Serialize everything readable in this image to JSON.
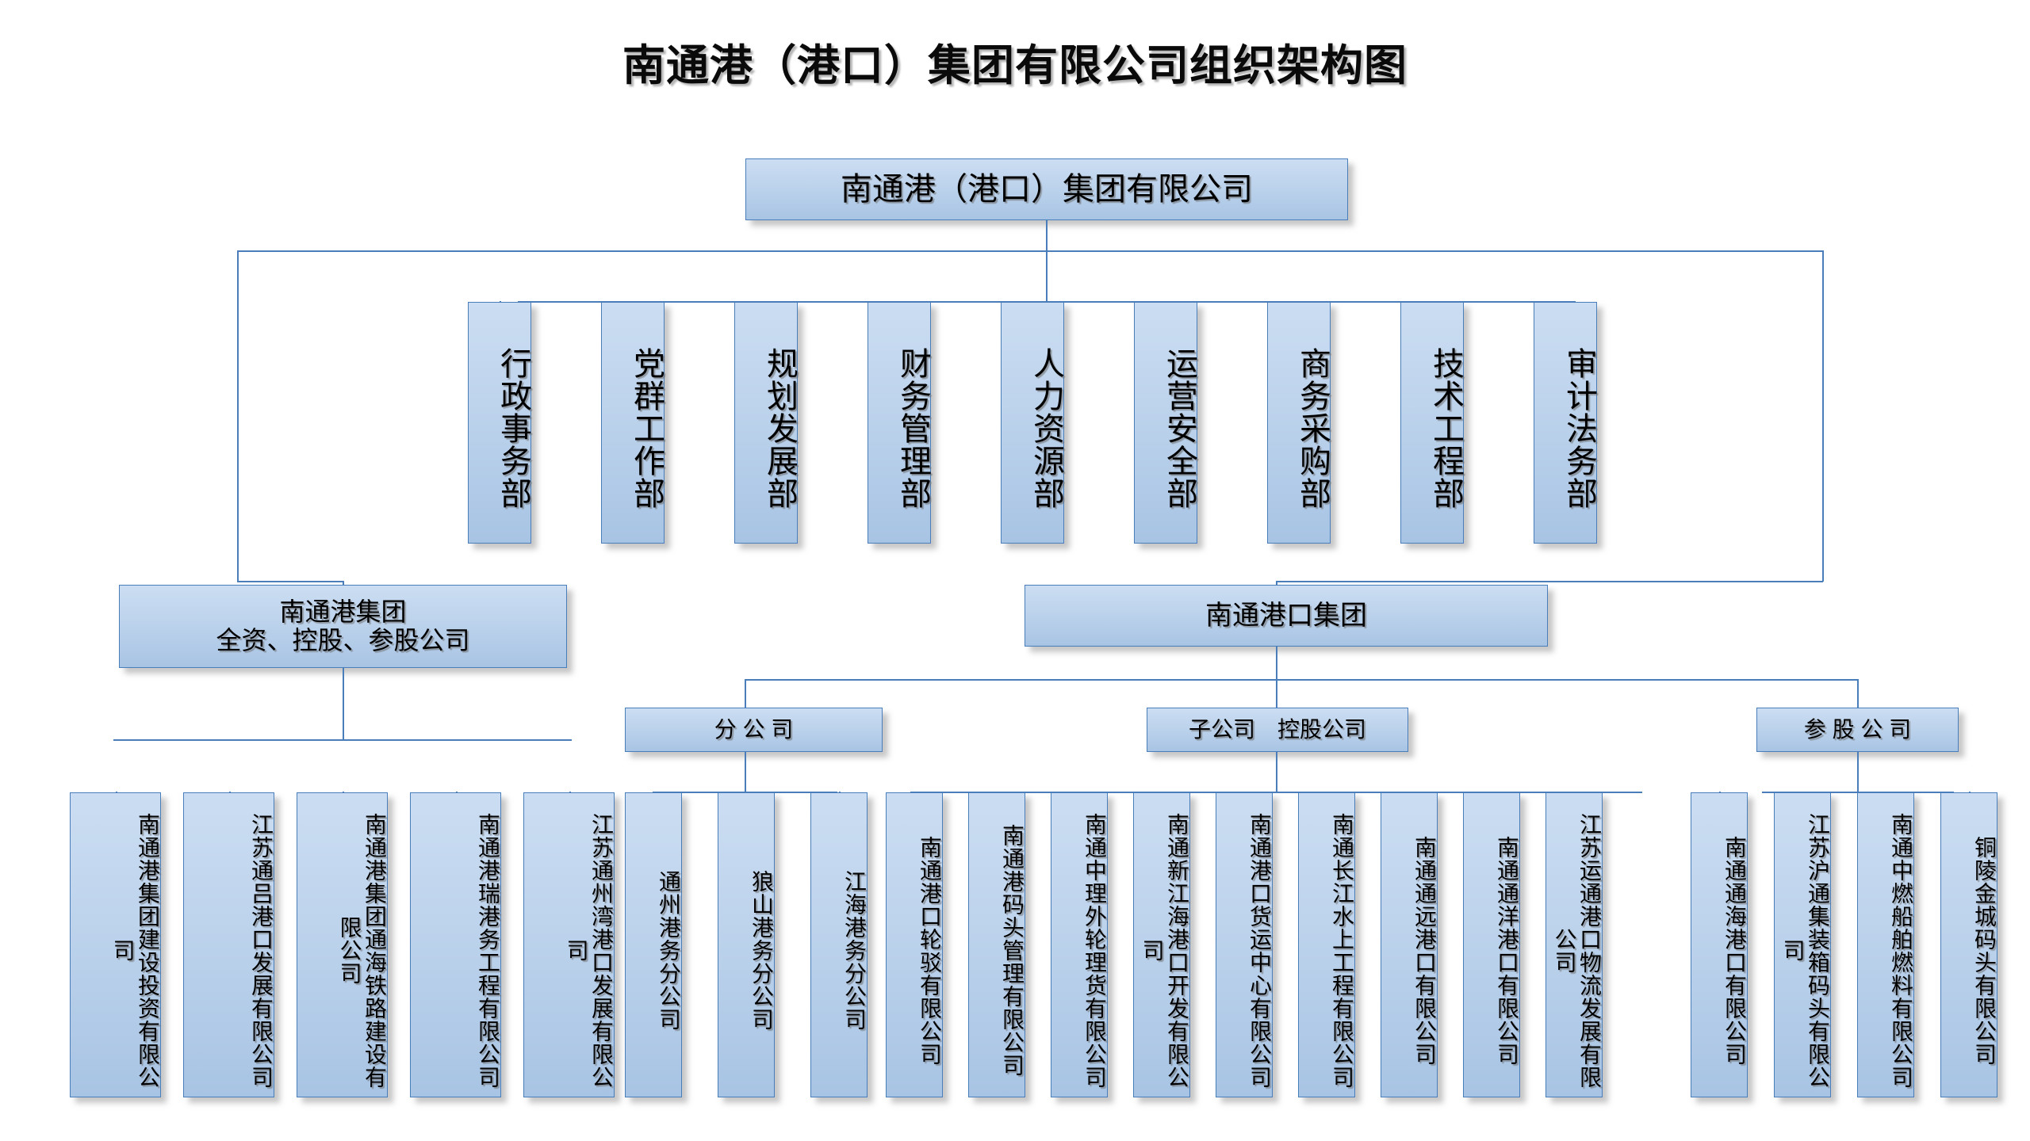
{
  "chart_title": "南通港（港口）集团有限公司组织架构图",
  "root": {
    "label": "南通港（港口）集团有限公司"
  },
  "departments": [
    {
      "label": "行政事务部"
    },
    {
      "label": "党群工作部"
    },
    {
      "label": "规划发展部"
    },
    {
      "label": "财务管理部"
    },
    {
      "label": "人力资源部"
    },
    {
      "label": "运营安全部"
    },
    {
      "label": "商务采购部"
    },
    {
      "label": "技术工程部"
    },
    {
      "label": "审计法务部"
    }
  ],
  "groups": {
    "left": {
      "line1": "南通港集团",
      "line2": "全资、控股、参股公司"
    },
    "right": {
      "label": "南通港口集团"
    }
  },
  "categories": {
    "branch": "分 公 司",
    "subsidiary": "子公司　控股公司",
    "equity": "参 股 公 司"
  },
  "left_group_companies": [
    {
      "label": "南通港集团建设投资有限公司"
    },
    {
      "label": "江苏通吕港口发展有限公司"
    },
    {
      "label": "南通港集团通海铁路建设有限公司"
    },
    {
      "label": "南通港瑞港务工程有限公司"
    },
    {
      "label": "江苏通州湾港口发展有限公司"
    }
  ],
  "branch_companies": [
    {
      "label": "通州港务分公司"
    },
    {
      "label": "狼山港务分公司"
    },
    {
      "label": "江海港务分公司"
    }
  ],
  "subsidiary_companies": [
    {
      "label": "南通港口轮驳有限公司"
    },
    {
      "label": "南通港码头管理有限公司"
    },
    {
      "label": "南通中理外轮理货有限公司"
    },
    {
      "label": "南通新江海港口开发有限公司"
    },
    {
      "label": "南通港口货运中心有限公司"
    },
    {
      "label": "南通长江水上工程有限公司"
    },
    {
      "label": "南通通远港口有限公司"
    },
    {
      "label": "南通通洋港口有限公司"
    },
    {
      "label": "江苏运通港口物流发展有限公司"
    }
  ],
  "equity_companies": [
    {
      "label": "南通通海港口有限公司"
    },
    {
      "label": "江苏沪通集装箱码头有限公司"
    },
    {
      "label": "南通中燃船舶燃料有限公司"
    },
    {
      "label": "铜陵金城码头有限公司"
    }
  ],
  "colors": {
    "box_fill_top": "#CBDDF2",
    "box_fill_bottom": "#A8C4E4",
    "box_border": "#4A7EBB",
    "connector": "#4A7EBB",
    "text": "#000000",
    "background": "#FFFFFF"
  }
}
